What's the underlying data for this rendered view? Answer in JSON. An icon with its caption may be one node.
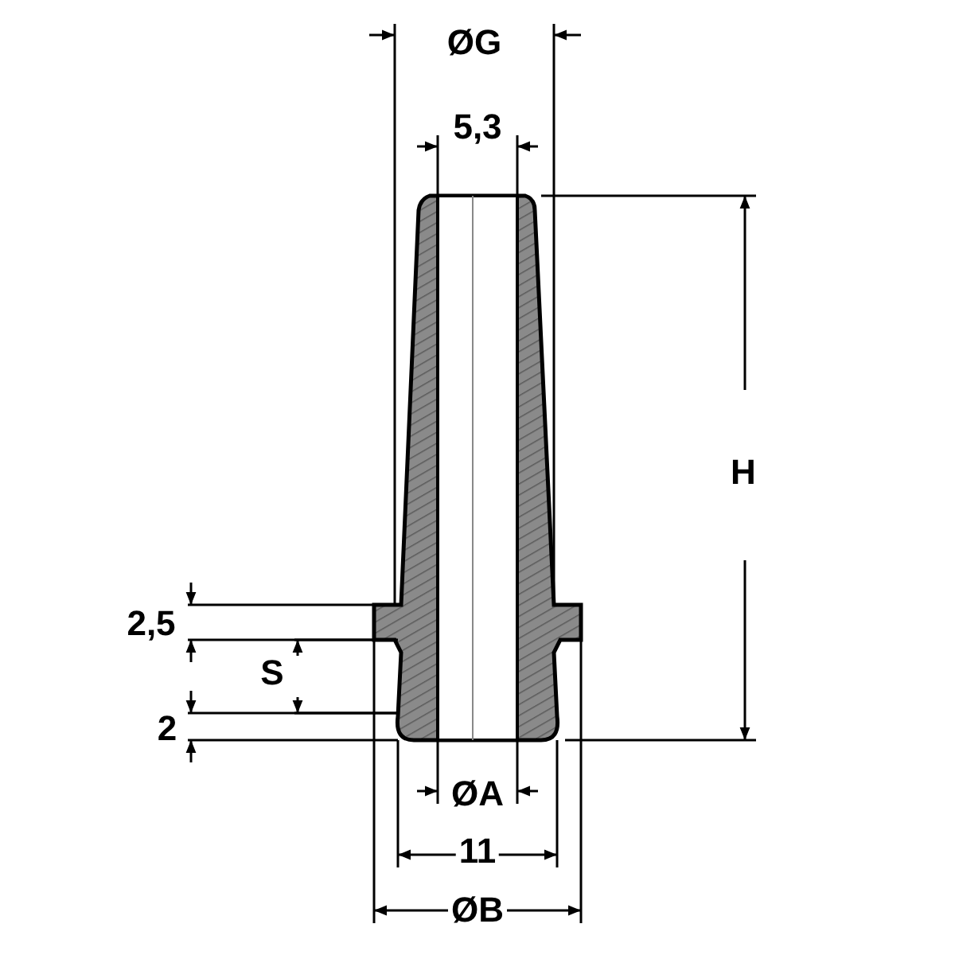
{
  "diagram": {
    "labels": [
      "ØG",
      "5,3",
      "H",
      "2,5",
      "S",
      "2",
      "ØA",
      "11",
      "ØB"
    ]
  }
}
